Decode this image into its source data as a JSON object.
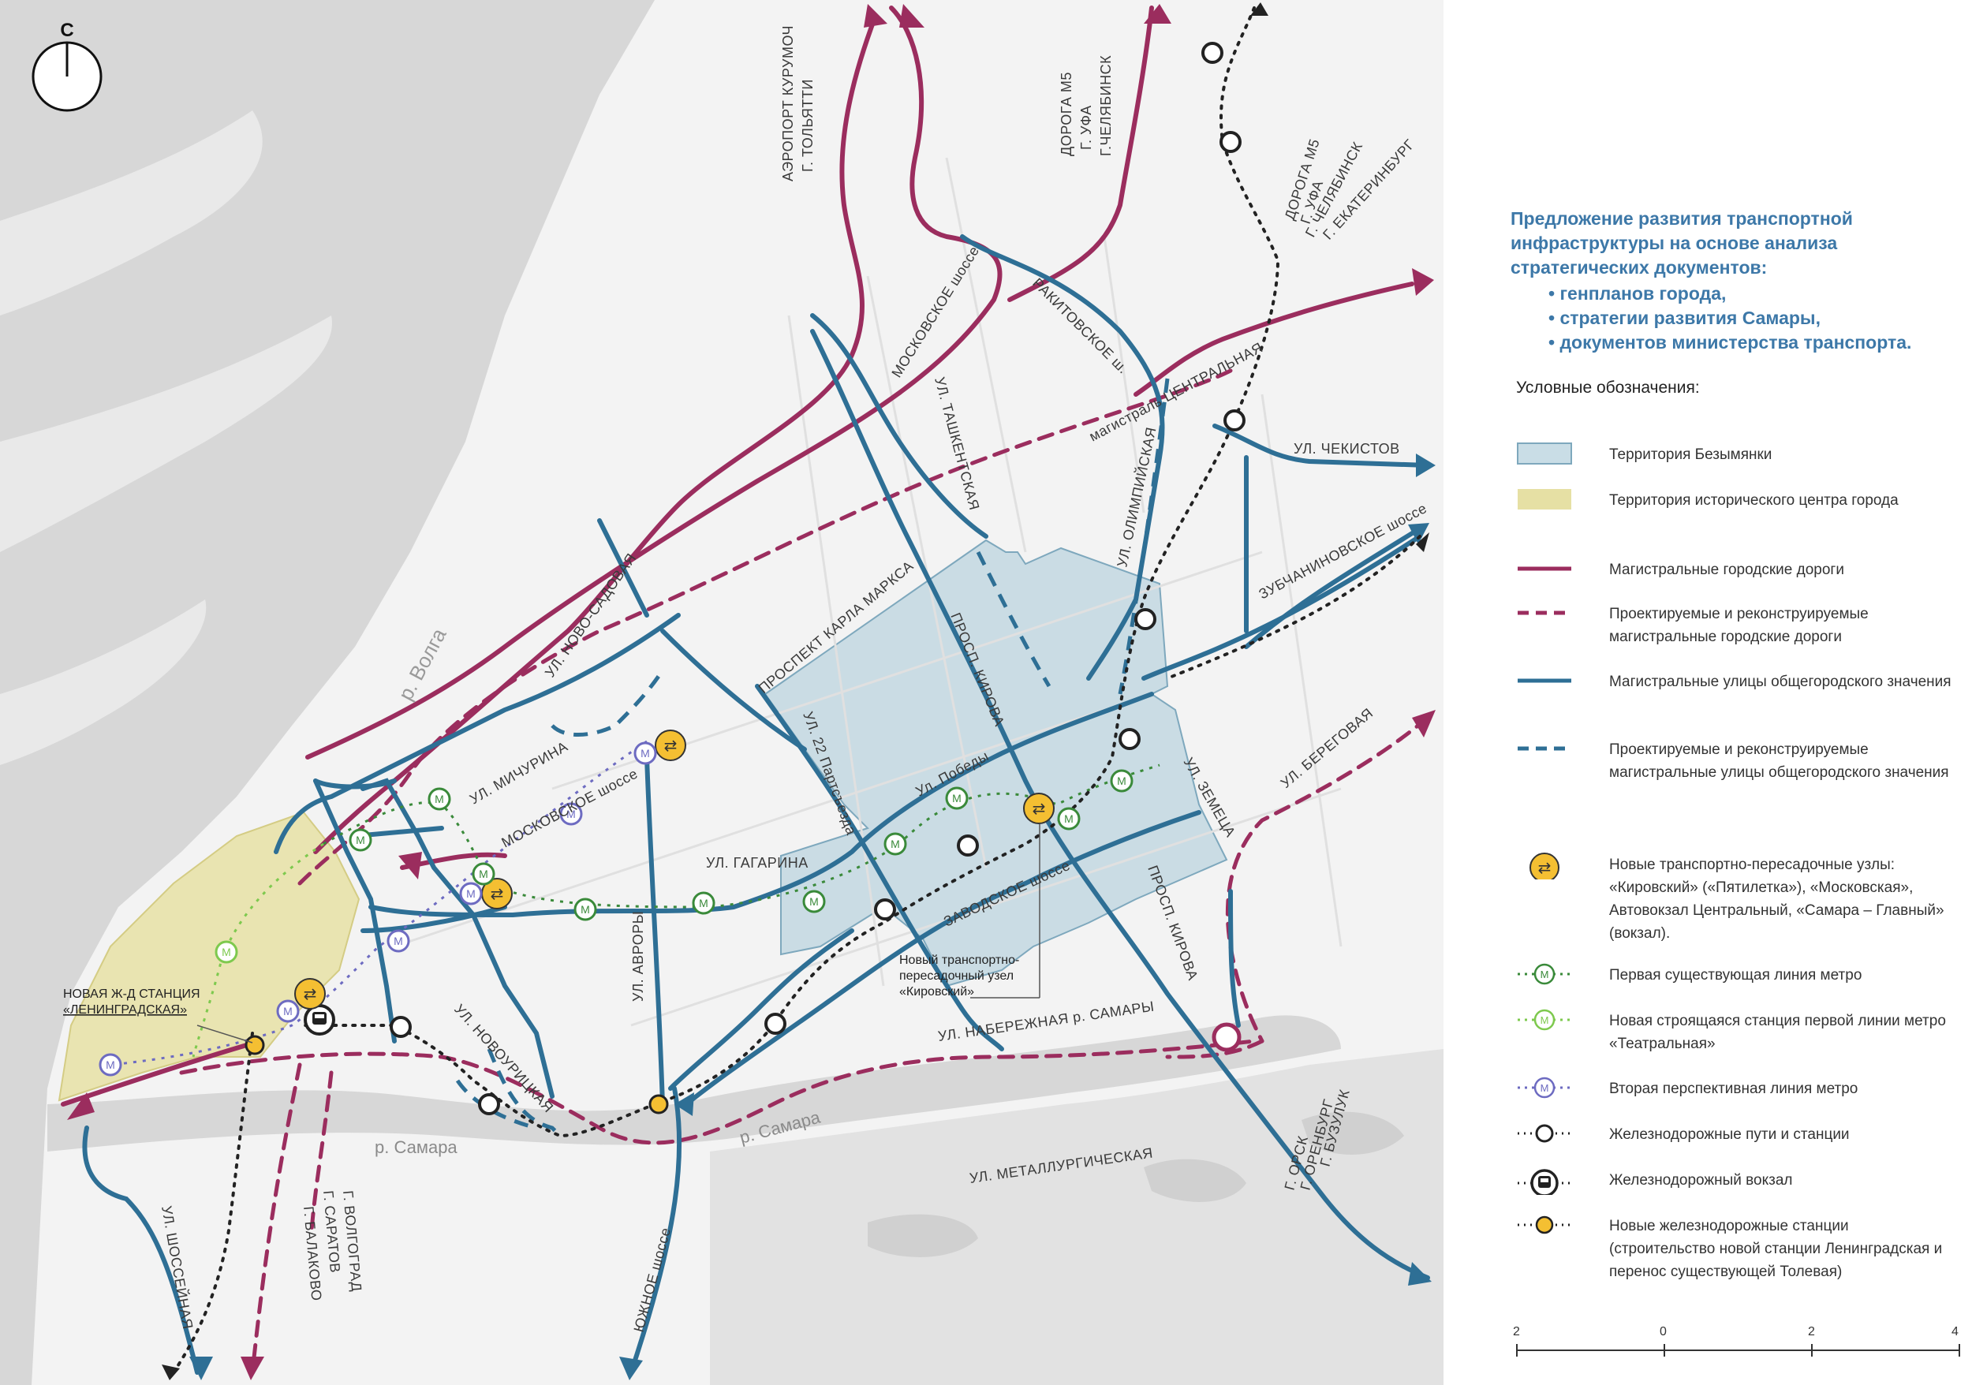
{
  "map": {
    "north_label": "С",
    "river_volga": "р. Волга",
    "river_samara": "р. Самара",
    "street_labels": {
      "airport": "АЭРОПОРТ КУРУМОЧ",
      "tolyatti": "Г. ТОЛЬЯТТИ",
      "m5_road": "ДОРОГА М5",
      "ufa": "Г. УФА",
      "chelyabinsk": "Г.ЧЕЛЯБИНСК",
      "m5_road2": "ДОРОГА М5",
      "ufa2": "Г. УФА",
      "chelyabinsk2": "Г. ЧЕЛЯБИНСК",
      "ekaterinburg": "Г. ЕКАТЕРИНБУРГ",
      "moskovskoe_north": "МОСКОВСКОЕ шоссе",
      "rakitovskoe": "РАКИТОВСКОЕ ш.",
      "tashkentskaya": "УЛ. ТАШКЕНТСКАЯ",
      "tsentralnaya": "магистраль ЦЕНТРАЛЬНАЯ",
      "chekistov": "УЛ. ЧЕКИСТОВ",
      "olimpiyskaya": "УЛ. ОЛИМПИЙСКАЯ",
      "zubchaninovskoe": "ЗУБЧАНИНОВСКОЕ шоссе",
      "novo_sadovaya": "УЛ. НОВО-САДОВАЯ",
      "karla_marksa": "ПРОСПЕКТ КАРЛА МАРКСА",
      "kirova_north": "ПРОСП. КИРОВА",
      "michurina": "УЛ. МИЧУРИНА",
      "moskovskoe_south": "МОСКОВСКОЕ шоссе",
      "partsezda": "УЛ. 22 Партсъезда",
      "pobedy": "Ул. Победы",
      "zemetsa": "УЛ. ЗЕМЕЦА",
      "beregovaya": "УЛ. БЕРЕГОВАЯ",
      "gagarina": "УЛ. ГАГАРИНА",
      "zavodskoe": "ЗАВОДСКОЕ шоссе",
      "kirova_south": "ПРОСП. КИРОВА",
      "avrory": "УЛ. АВРОРЫ",
      "novouritskaya": "УЛ. НОВОУРИЦКАЯ",
      "naberezhnaya": "УЛ. НАБЕРЕЖНАЯ р. САМАРЫ",
      "metallurgicheskaya": "УЛ. МЕТАЛЛУРГИЧЕСКАЯ",
      "buzuluk": "Г. БУЗУЛУК",
      "orenburg": "Г. ОРЕНБУРГ",
      "orsk": "Г. ОРСК",
      "shosseynaya": "УЛ. ШОССЕЙНАЯ",
      "yuzhnoe": "ЮЖНОЕ шоссе",
      "balakovo": "Г. БАЛАКОВО",
      "saratov": "Г. САРАТОВ",
      "volgograd": "Г. ВОЛГОГРАД"
    },
    "notes": {
      "kirovsky_line1": "Новый транспортно-",
      "kirovsky_line2": "пересадочный узел",
      "kirovsky_line3": "«Кировский»",
      "leningradskaya_line1": "НОВАЯ Ж-Д СТАНЦИЯ",
      "leningradskaya_line2": "«ЛЕНИНГРАДСКАЯ»"
    },
    "metro_symbol": "М"
  },
  "panel": {
    "title": "Предложение развития транспортной инфраструктуры на основе анализа стратегических документов:",
    "title_items": [
      "генпланов города,",
      "стратегии развития Самары,",
      "документов министерства транспорта."
    ],
    "legend_heading": "Условные обозначения:",
    "legend": [
      {
        "label": "Территория Безымянки"
      },
      {
        "label": "Территория исторического центра города"
      },
      {
        "label": "Магистральные городские дороги"
      },
      {
        "label": "Проектируемые и реконструируемые магистральные городские дороги"
      },
      {
        "label": "Магистральные улицы общегородского значения"
      },
      {
        "label": "Проектируемые и реконструируемые магистральные улицы общегородского значения"
      },
      {
        "label": "Новые транспортно-пересадочные узлы: «Кировский» («Пятилетка»), «Московская», Автовокзал Центральный, «Самара – Главный» (вокзал)."
      },
      {
        "label": "Первая существующая линия метро"
      },
      {
        "label": "Новая строящаяся станция первой линии метро «Театральная»"
      },
      {
        "label": "Вторая перспективная линия метро"
      },
      {
        "label": "Железнодорожные пути и станции"
      },
      {
        "label": "Железнодорожный вокзал"
      },
      {
        "label": "Новые железнодорожные станции (строительство новой станции Ленинградская и перенос существующей Толевая)"
      }
    ],
    "scale": [
      "2",
      "0",
      "2",
      "4"
    ]
  },
  "colors": {
    "road_main": "#9b2d5e",
    "street_main": "#2e6f95",
    "bezymyanka": "#c9dde6",
    "historic_center": "#e6e0a4",
    "metro_line1": "#3a8a3a",
    "metro_new": "#7ec94e",
    "metro_line2": "#6d6bc1",
    "hub": "#f4bf32",
    "water": "#d6d6d6",
    "land": "#f2f2f2"
  }
}
